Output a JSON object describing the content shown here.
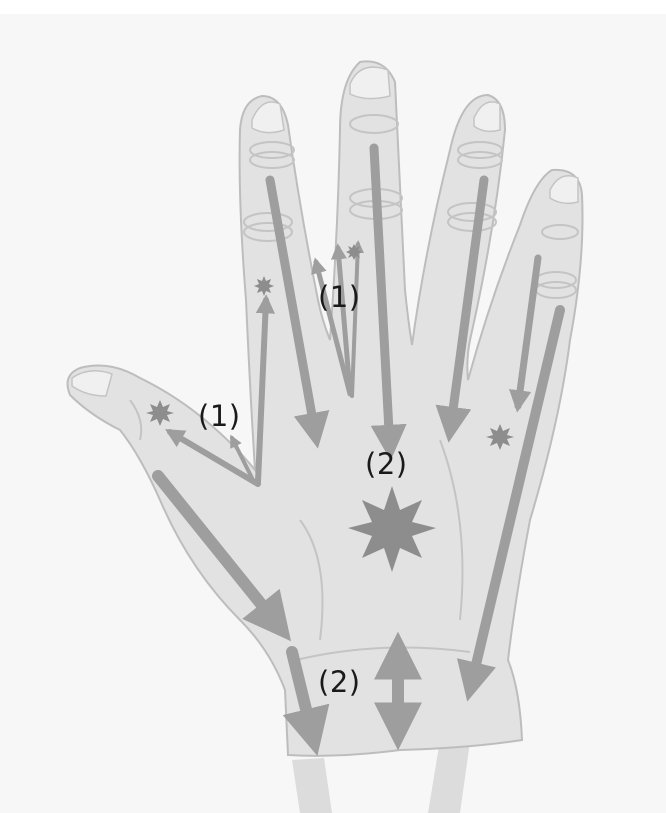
{
  "labels": {
    "fingers_flexion": "(1)",
    "thumb_flexion": "(1)",
    "palm_center": "(2)",
    "wrist": "(2)"
  },
  "colors": {
    "background": "#f7f7f7",
    "hand_fill": "#e2e2e2",
    "hand_outline": "#bdbdbd",
    "arrow": "#9e9e9e",
    "star": "#8d8d8d",
    "text": "#1a1a1a"
  },
  "icons": {
    "hand": "right-hand-dorsal-icon",
    "arrow": "arrow-icon",
    "star": "pain-star-icon"
  }
}
